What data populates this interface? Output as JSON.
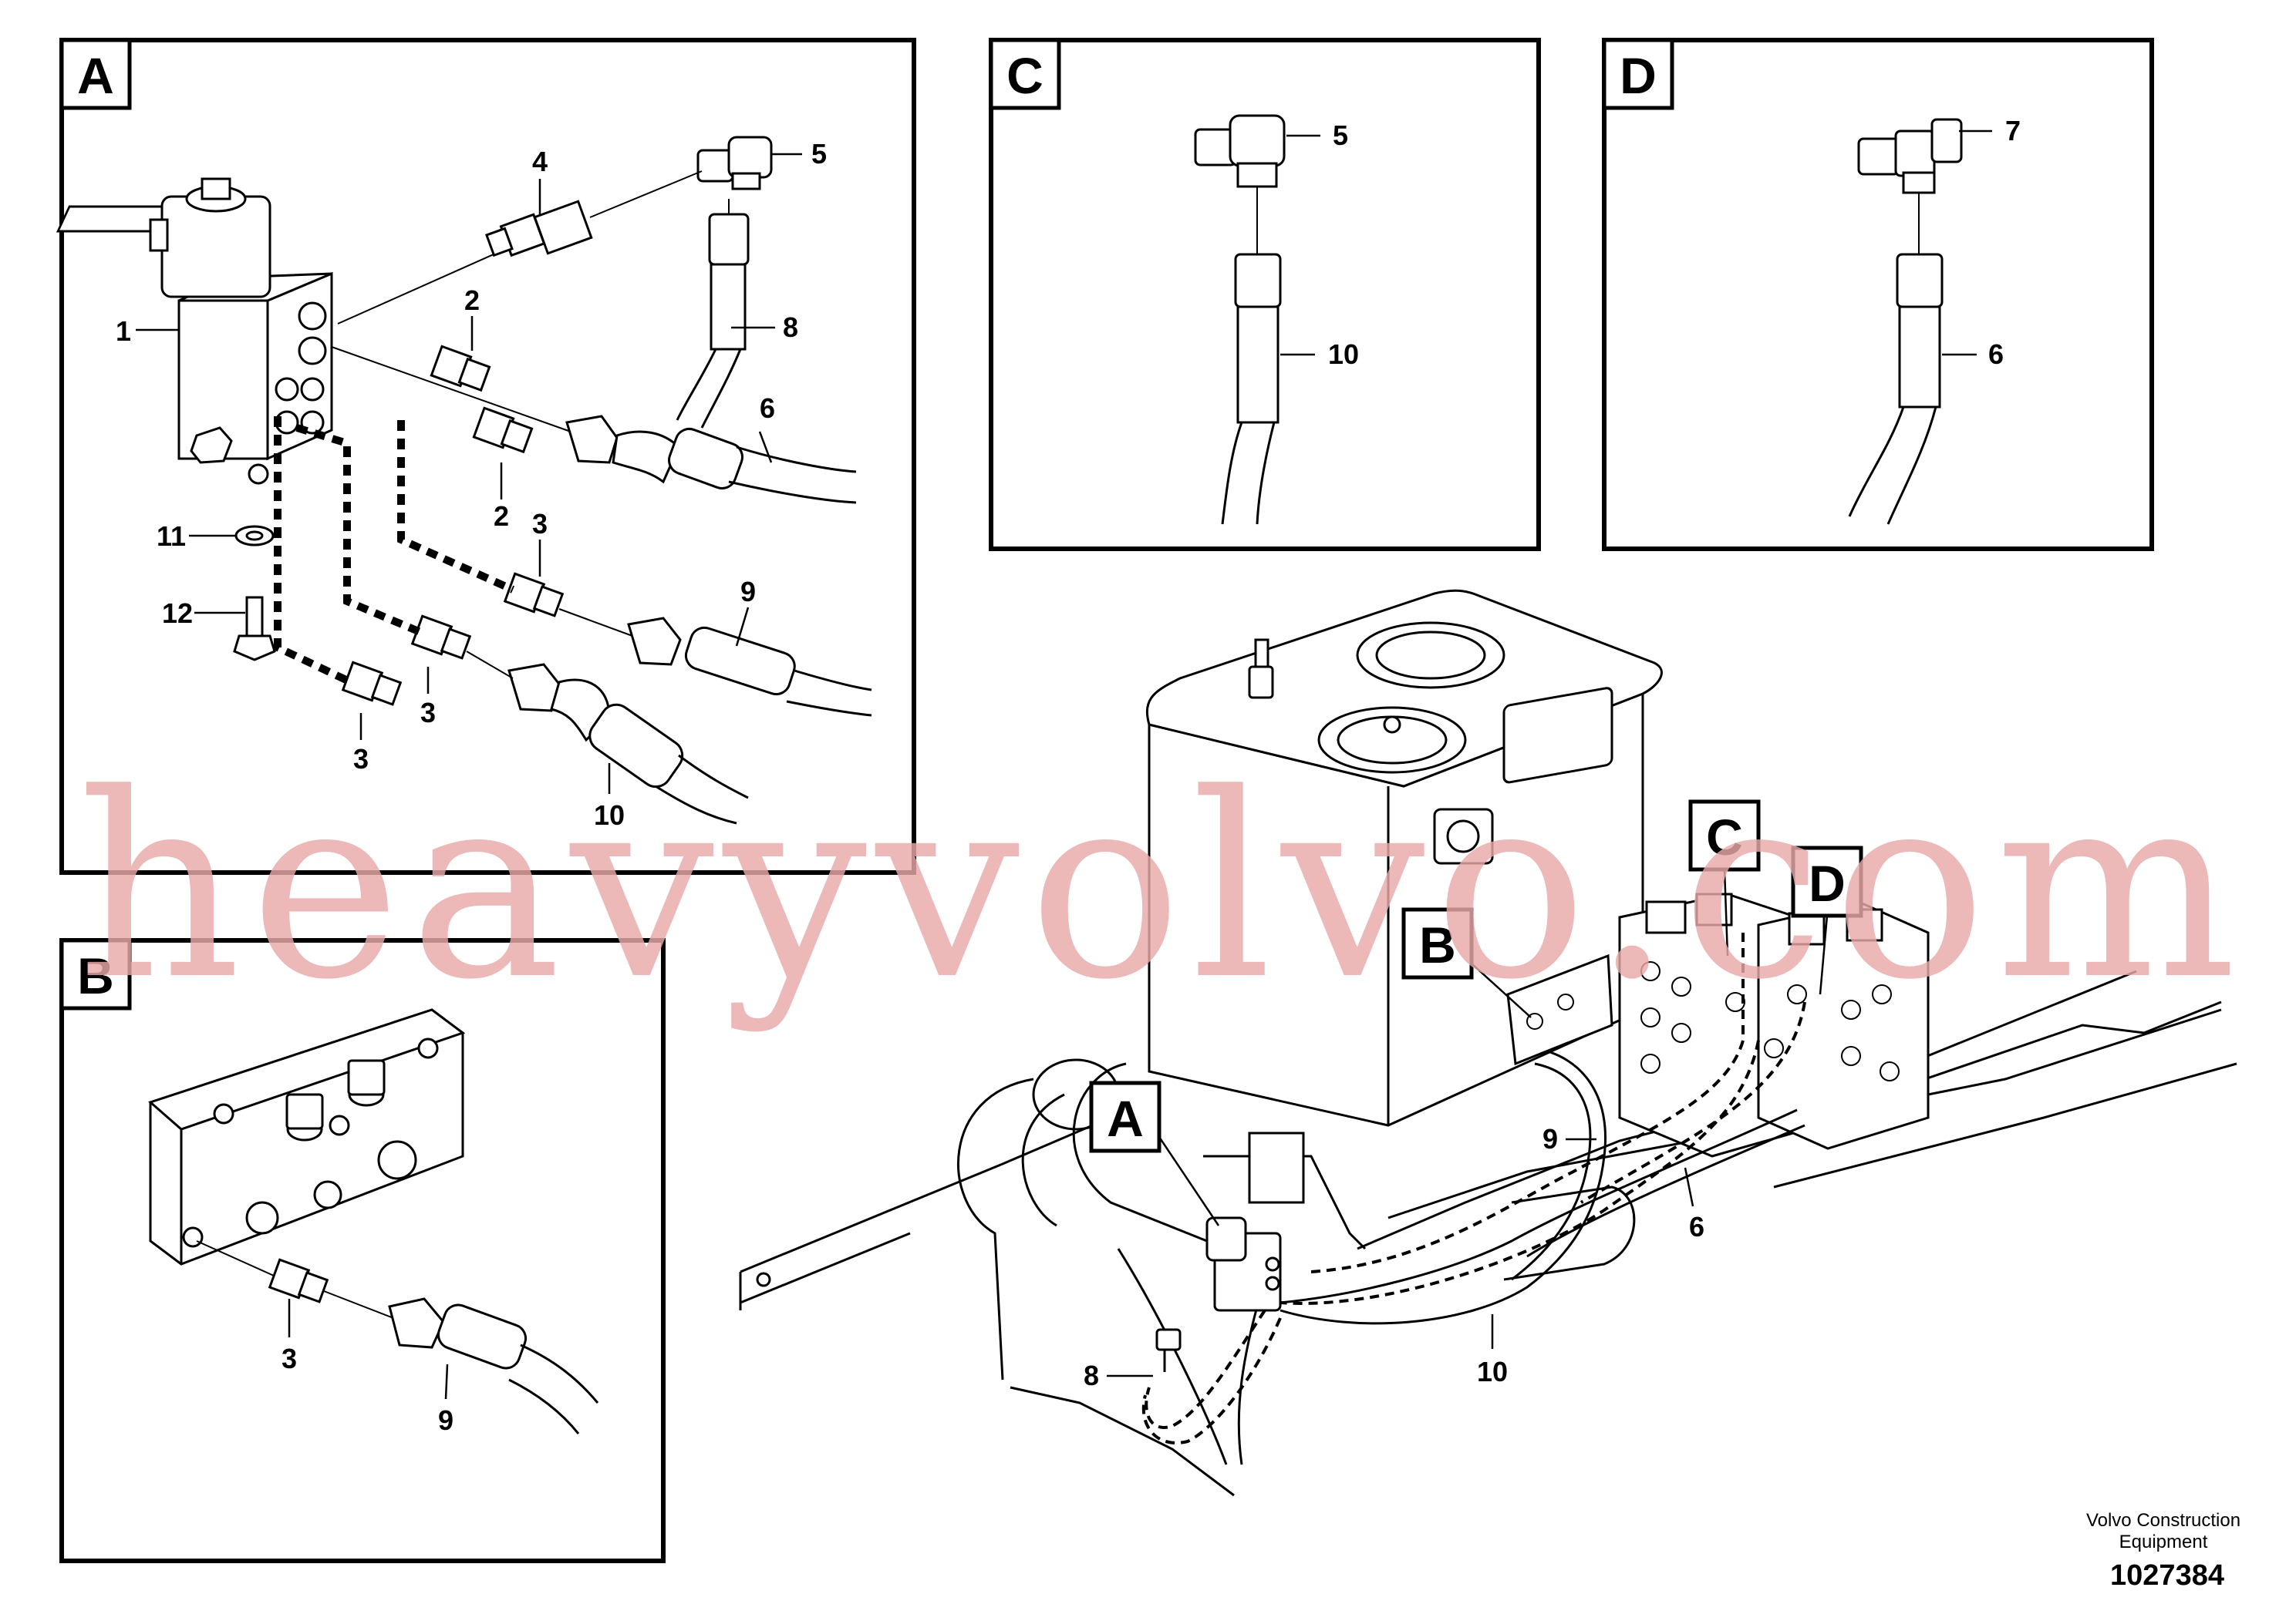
{
  "panels": {
    "A": {
      "label": "A"
    },
    "B": {
      "label": "B"
    },
    "C": {
      "label": "C"
    },
    "D": {
      "label": "D"
    }
  },
  "overview_tags": {
    "A": "A",
    "B": "B",
    "C": "C",
    "D": "D"
  },
  "callouts": {
    "a_1": "1",
    "a_2a": "2",
    "a_2b": "2",
    "a_3a": "3",
    "a_3b": "3",
    "a_3c": "3",
    "a_4": "4",
    "a_5": "5",
    "a_6": "6",
    "a_8": "8",
    "a_9": "9",
    "a_10": "10",
    "a_11": "11",
    "a_12": "12",
    "b_3": "3",
    "b_9": "9",
    "c_5": "5",
    "c_10": "10",
    "d_7": "7",
    "d_6": "6",
    "m_9": "9",
    "m_6": "6",
    "m_8": "8",
    "m_10": "10"
  },
  "footer": {
    "company_line1": "Volvo Construction",
    "company_line2": "Equipment",
    "drawing_number": "1027384"
  },
  "watermark": "heavyvolvo.com",
  "colors": {
    "watermark": "#e8a9a9",
    "line": "#000000",
    "background": "#ffffff"
  }
}
